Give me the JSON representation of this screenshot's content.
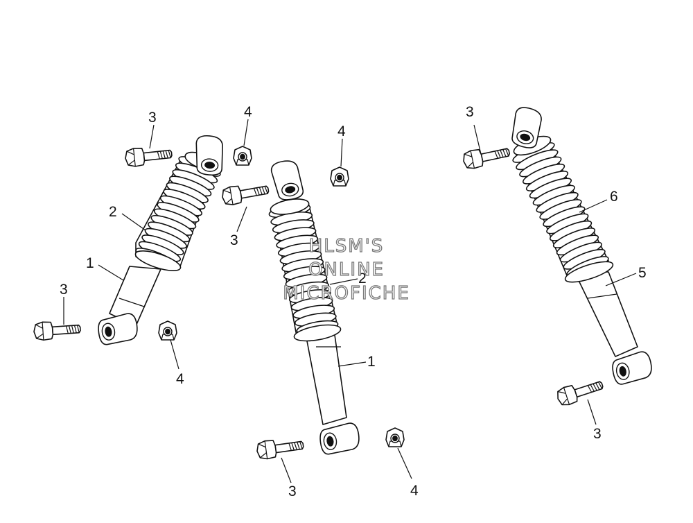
{
  "diagram": {
    "labels": {
      "left_bolt_top": "3",
      "left_nut_top": "4",
      "left_spring": "2",
      "left_body": "1",
      "left_bolt_bottom": "3",
      "left_nut_bottom": "4",
      "mid_bolt_top": "3",
      "mid_nut_top": "4",
      "mid_spring": "2",
      "mid_body": "1",
      "mid_bolt_bottom": "3",
      "mid_nut_bottom": "4",
      "right_bolt_top": "3",
      "right_spring": "6",
      "right_body": "5",
      "right_bolt_bottom": "3"
    }
  },
  "watermark": {
    "line1": "HLSM'S",
    "line2": "ONLINE",
    "line3": "MICROFICHE",
    "color": "#7a7a7a"
  }
}
